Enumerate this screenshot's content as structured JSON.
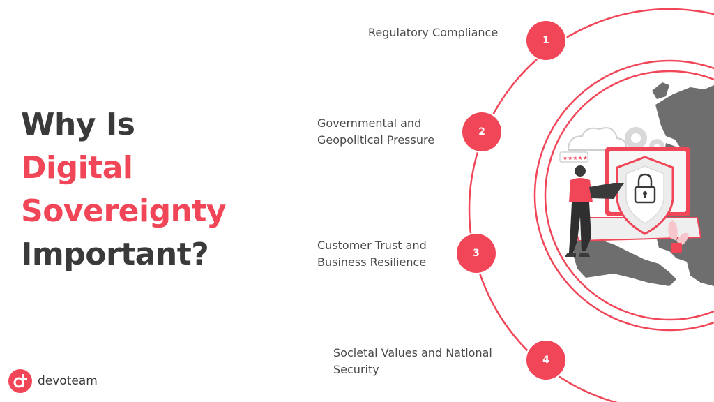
{
  "title": {
    "line1": "Why Is",
    "line2": "Digital",
    "line3": "Sovereignty",
    "line4": "Important?"
  },
  "items": [
    {
      "number": "1",
      "line1": "Regulatory Compliance",
      "line2": ""
    },
    {
      "number": "2",
      "line1": "Governmental and",
      "line2": "Geopolitical Pressure"
    },
    {
      "number": "3",
      "line1": "Customer Trust and",
      "line2": "Business Resilience"
    },
    {
      "number": "4",
      "line1": "Societal Values and National",
      "line2": "Security"
    }
  ],
  "logo": {
    "text": "devoteam",
    "icon": "devoteam-logo-icon"
  },
  "illustration": {
    "icons": [
      "europe-map-icon",
      "shield-lock-icon",
      "person-laptop-icon",
      "gear-icon",
      "cloud-icon",
      "monitor-icon"
    ]
  },
  "colors": {
    "accent": "#f04658",
    "text": "#3a3a3a",
    "map": "#6e6e6e"
  }
}
